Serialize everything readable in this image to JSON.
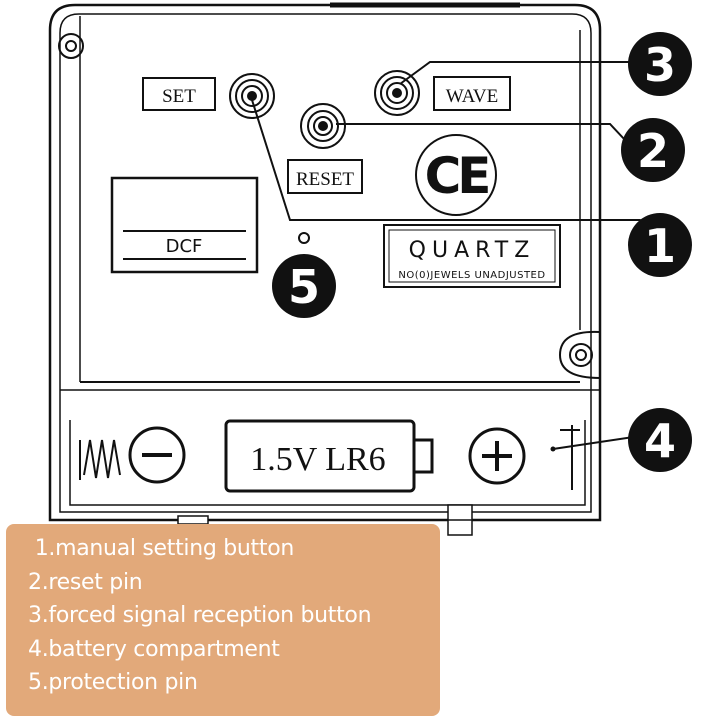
{
  "diagram": {
    "labels": {
      "set": "SET",
      "wave": "WAVE",
      "reset": "RESET",
      "dcf": "DCF",
      "quartz": "QUARTZ",
      "jewels": "NO(0)JEWELS UNADJUSTED",
      "battery": "1.5V LR6",
      "ce": "CE",
      "minus": "−",
      "plus": "+"
    },
    "callouts": [
      "1",
      "2",
      "3",
      "4",
      "5"
    ]
  },
  "legend": {
    "items": [
      {
        "num": "1.",
        "text": "manual setting button"
      },
      {
        "num": "2.",
        "text": "reset pin"
      },
      {
        "num": "3.",
        "text": "forced signal reception button"
      },
      {
        "num": "4.",
        "text": "battery compartment"
      },
      {
        "num": "5.",
        "text": "protection pin"
      }
    ],
    "bg_color": "#e2a97a",
    "text_color": "#ffffff"
  }
}
